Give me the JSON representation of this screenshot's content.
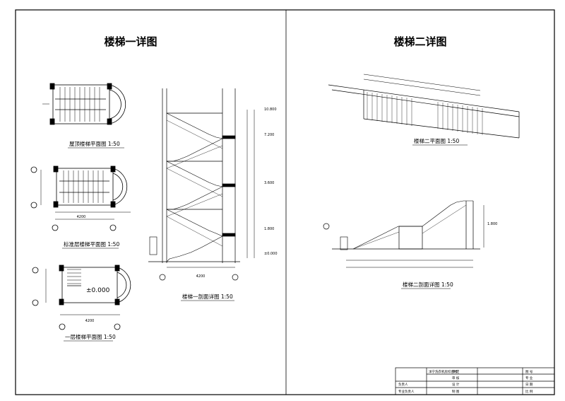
{
  "left_panel": {
    "title": "楼梯一详图",
    "roof_plan_title": "屋顶楼梯平面图 1:50",
    "std_plan_title": "标准层楼梯平面图 1:50",
    "first_plan_title": "一层楼梯平面图 1:50",
    "section_title": "楼梯一剖面详图 1:50",
    "first_plan_level": "±0.000",
    "plan_dim": "4200",
    "section_dim": "4200",
    "levels": [
      "10.800",
      "7.200",
      "3.600",
      "1.800",
      "±0.000"
    ]
  },
  "right_panel": {
    "title": "楼梯二详图",
    "plan_title": "楼梯二平面图 1:50",
    "section_title": "楼梯二剖面详图 1:50",
    "level": "1.800"
  },
  "title_block": {
    "project": "洋宁洗衣机房综合楼",
    "labels": [
      "审 定",
      "审 核",
      "设 计",
      "制 图",
      "负责人",
      "专业负责人",
      "图 号",
      "专 业",
      "日 期",
      "比 例"
    ]
  }
}
